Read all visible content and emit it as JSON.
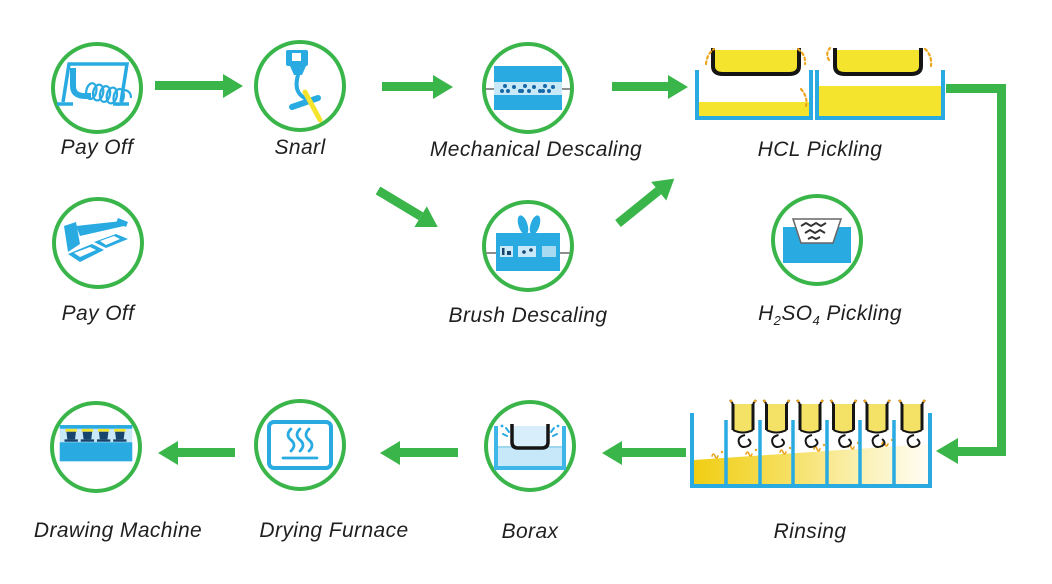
{
  "colors": {
    "green": "#39b54a",
    "blue": "#29abe2",
    "dark_blue": "#1668a8",
    "navy": "#17456e",
    "yellow": "#f5e42e",
    "pale_yellow": "#f3e265",
    "orange": "#eda41f",
    "light_blue": "#c9e9f8",
    "pale_blue": "#c6e8f8",
    "ink": "#1f1f1f",
    "wire": "#8f8f8f",
    "black": "#151515"
  },
  "nodes": {
    "pay_off_1": {
      "label": "Pay Off",
      "icon": "coil-payoff-stand-icon"
    },
    "snarl": {
      "label": "Snarl",
      "icon": "snarl-wire-icon"
    },
    "mechanical_descaling": {
      "label": "Mechanical Descaling",
      "icon": "descaling-machine-icon"
    },
    "hcl_pickling": {
      "label": "HCL Pickling",
      "icon": "acid-tanks-with-baskets-graphic"
    },
    "pay_off_2": {
      "label": "Pay Off",
      "icon": "payoff-stand-icon"
    },
    "brush_descaling": {
      "label": "Brush Descaling",
      "icon": "brush-machine-icon"
    },
    "h2so4_pickling": {
      "label_parts": [
        "H",
        "2",
        "SO",
        "4",
        " Pickling"
      ],
      "icon": "acid-bath-basket-icon"
    },
    "rinsing": {
      "label": "Rinsing",
      "icon": "rinsing-tanks-graphic"
    },
    "borax": {
      "label": "Borax",
      "icon": "borax-bath-icon"
    },
    "drying_furnace": {
      "label": "Drying Furnace",
      "icon": "furnace-steam-icon"
    },
    "drawing_machine": {
      "label": "Drawing Machine",
      "icon": "drawing-blocks-icon"
    }
  },
  "connectors": [
    {
      "from": "pay_off_1",
      "to": "snarl"
    },
    {
      "from": "snarl",
      "to": "mechanical_descaling"
    },
    {
      "from": "mechanical_descaling",
      "to": "hcl_pickling"
    },
    {
      "from": "snarl",
      "to": "brush_descaling"
    },
    {
      "from": "brush_descaling",
      "to": "hcl_pickling"
    },
    {
      "from": "hcl_pickling",
      "to": "rinsing"
    },
    {
      "from": "rinsing",
      "to": "borax"
    },
    {
      "from": "borax",
      "to": "drying_furnace"
    },
    {
      "from": "drying_furnace",
      "to": "drawing_machine"
    }
  ]
}
